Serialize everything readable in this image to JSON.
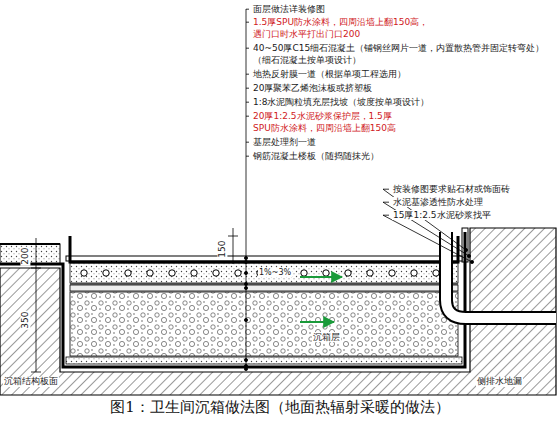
{
  "diagram": {
    "caption": "图1：卫生间沉箱做法图（地面热辐射采暖的做法）",
    "labels": [
      "面层做法详装修图",
      "1.5厚SPU防水涂料，四周沿墙上翻150高，",
      "遇门口时水平打出门口200",
      "40~50厚C15细石混凝土（铺钢丝网片一道，内置散热管并固定转弯处）",
      "（细石混凝土按单项设计）",
      "地热反射膜一道（根据单项工程选用）",
      "20厚聚苯乙烯泡沫板或挤塑板",
      "1:8水泥陶粒填充层找坡（坡度按单项设计）",
      "20厚1:2.5水泥砂浆保护层，1.5厚",
      "SPU防水涂料，四周沿墙上翻150高",
      "基层处理剂一道",
      "钢筋混凝土楼板（随捣随抹光）",
      "按装修图要求贴石材或饰面砖",
      "水泥基渗透性防水处理",
      "15厚1:2.5水泥砂浆找平",
      "200",
      "350",
      "150",
      "1%~3%",
      "沉箱结构板面",
      "沉箱层",
      "侧排水地漏"
    ]
  }
}
